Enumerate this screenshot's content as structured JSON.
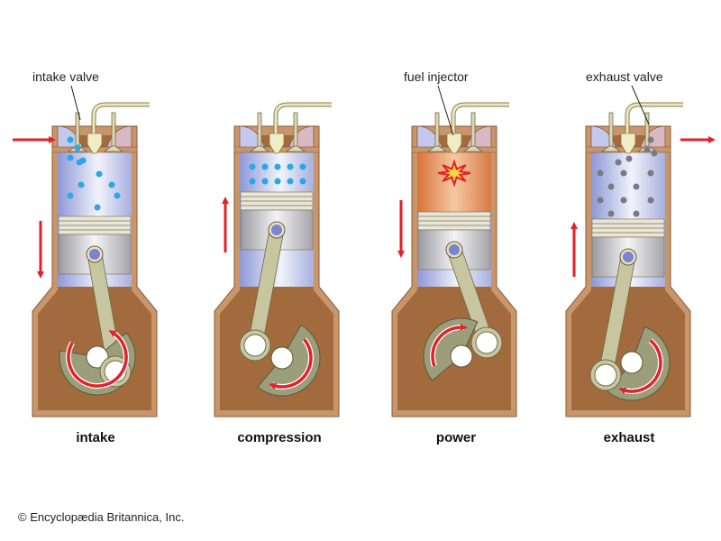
{
  "diagram": {
    "callouts": {
      "intake_valve": "intake valve",
      "fuel_injector": "fuel injector",
      "exhaust_valve": "exhaust valve"
    },
    "stages": [
      {
        "label": "intake",
        "piston_motion": "down",
        "chamber": "air",
        "flow_arrow": "in",
        "crank_rotation": "clockwise"
      },
      {
        "label": "compression",
        "piston_motion": "up",
        "chamber": "compressed-air",
        "flow_arrow": "none",
        "crank_rotation": "clockwise"
      },
      {
        "label": "power",
        "piston_motion": "down",
        "chamber": "combustion",
        "flow_arrow": "none",
        "crank_rotation": "clockwise"
      },
      {
        "label": "exhaust",
        "piston_motion": "up",
        "chamber": "exhaust-gas",
        "flow_arrow": "out",
        "crank_rotation": "clockwise"
      }
    ],
    "colors": {
      "block": "#c8966a",
      "block_edge": "#8a5a36",
      "crankcase": "#a26b3e",
      "cylinder": "#b8c0e8",
      "piston": "#c9c9cc",
      "rod": "#c8c6a0",
      "crank": "#9a9e7a",
      "arrow": "#e2222a",
      "air_dot": "#2ba6e8",
      "exhaust_dot": "#7a7a82",
      "combustion": "#e98a4a"
    }
  },
  "credit": "© Encyclopædia Britannica, Inc."
}
